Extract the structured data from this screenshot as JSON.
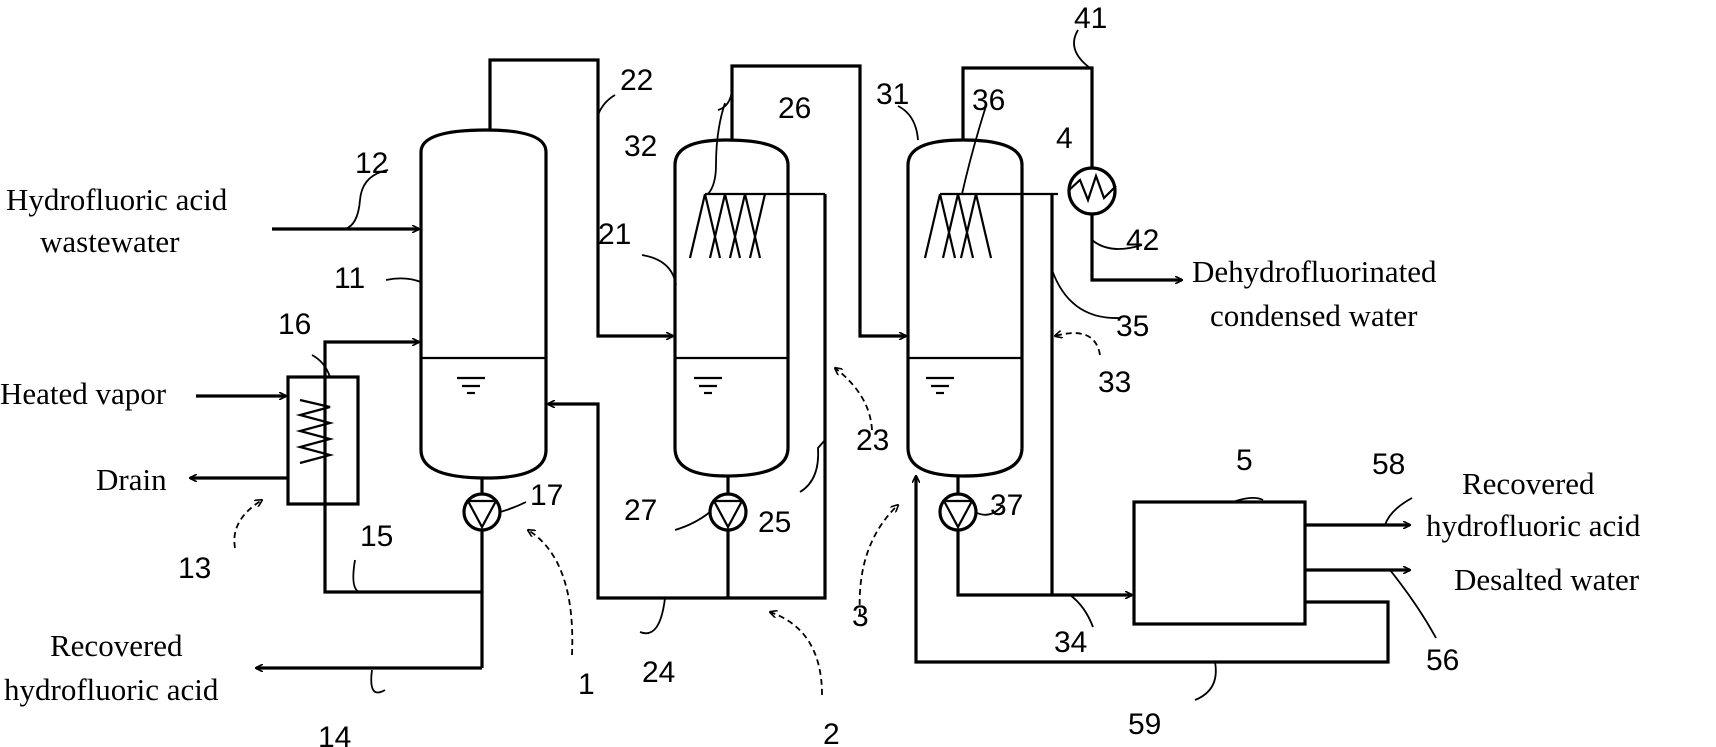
{
  "streams": {
    "hf_wastewater_line1": "Hydrofluoric acid",
    "hf_wastewater_line2": "wastewater",
    "heated_vapor": "Heated vapor",
    "drain": "Drain",
    "recovered_hf_left_line1": "Recovered",
    "recovered_hf_left_line2": "hydrofluoric acid",
    "dehydro_line1": "Dehydrofluorinated",
    "dehydro_line2": "condensed water",
    "recovered_hf_right_line1": "Recovered",
    "recovered_hf_right_line2": "hydrofluoric acid",
    "desalted_water": "Desalted water"
  },
  "reference_numbers": {
    "n1": "1",
    "n2": "2",
    "n3": "3",
    "n4": "4",
    "n5": "5",
    "n11": "11",
    "n12": "12",
    "n13": "13",
    "n14": "14",
    "n15": "15",
    "n16": "16",
    "n17": "17",
    "n21": "21",
    "n22": "22",
    "n23": "23",
    "n24": "24",
    "n25": "25",
    "n26": "26",
    "n27": "27",
    "n31": "31",
    "n32": "32",
    "n33": "33",
    "n34": "34",
    "n35": "35",
    "n36": "36",
    "n37": "37",
    "n41": "41",
    "n42": "42",
    "n56": "56",
    "n58": "58",
    "n59": "59"
  }
}
